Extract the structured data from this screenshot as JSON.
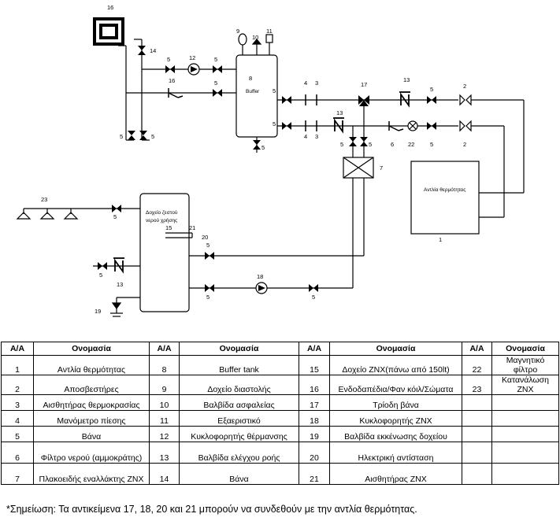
{
  "diagram": {
    "labels": {
      "n1": "1",
      "n2a": "2",
      "n2b": "2",
      "n3a": "3",
      "n3b": "3",
      "n4a": "4",
      "n4b": "4",
      "n5a": "5",
      "n5b": "5",
      "n5c": "5",
      "n5d": "5",
      "n5e": "5",
      "n5f": "5",
      "n5g": "5",
      "n5h": "5",
      "n5i": "5",
      "n5j": "5",
      "n5k": "5",
      "n5l": "5",
      "n5m": "5",
      "n5n": "5",
      "n5o": "5",
      "n6": "6",
      "n7": "7",
      "n8": "8",
      "n9": "9",
      "n10": "10",
      "n11": "11",
      "n12": "12",
      "n13a": "13",
      "n13b": "13",
      "n13c": "13",
      "n14": "14",
      "n15": "15",
      "n16a": "16",
      "n16b": "16",
      "n17": "17",
      "n18": "18",
      "n19": "19",
      "n20": "20",
      "n21": "21",
      "n22": "22",
      "n23": "23",
      "buffer": "Buffer",
      "heat_pump": "Αντλία θερμότητας",
      "dhw_tank_line1": "Δοχείο ζεστού",
      "dhw_tank_line2": "νερού χρήσης"
    }
  },
  "table": {
    "headers": [
      "A/A",
      "Ονομασία",
      "A/A",
      "Ονομασία",
      "A/A",
      "Ονομασία",
      "A/A",
      "Ονομασία"
    ],
    "rows": [
      [
        "1",
        "Αντλία θερμότητας",
        "8",
        "Buffer tank",
        "15",
        "Δοχείο ZNX(πάνω από 150lt)",
        "22",
        "Μαγνητικό φίλτρο"
      ],
      [
        "2",
        "Αποσβεστήρες",
        "9",
        "Δοχείο διαστολής",
        "16",
        "Ενδοδαπέδια/Φαν κόιλ/Σώματα",
        "23",
        "Κατανάλωση ΖΝΧ"
      ],
      [
        "3",
        "Αισθητήρας θερμοκρασίας",
        "10",
        "Βαλβίδα ασφαλείας",
        "17",
        "Τρίοδη βάνα",
        "",
        ""
      ],
      [
        "4",
        "Μανόμετρο πίεσης",
        "11",
        "Εξαεριστικό",
        "18",
        "Κυκλοφορητής ΖΝΧ",
        "",
        ""
      ],
      [
        "5",
        "Βάνα",
        "12",
        "Κυκλοφορητής θέρμανσης",
        "19",
        "Βαλβίδα εκκένωσης δοχείου",
        "",
        ""
      ],
      [
        "6",
        "Φίλτρο νερού (αμμοκράτης)",
        "13",
        "Βαλβίδα ελέγχου ροής",
        "20",
        "Ηλεκτρική αντίσταση",
        "",
        ""
      ],
      [
        "7",
        "Πλακοειδής εναλλάκτης ZNX",
        "14",
        "Βάνα",
        "21",
        "Αισθητήρας ZNX",
        "",
        ""
      ]
    ]
  },
  "note": "*Σημείωση: Τα αντικείμενα 17, 18, 20 και 21 μπορούν να συνδεθούν με την αντλία θερμότητας."
}
